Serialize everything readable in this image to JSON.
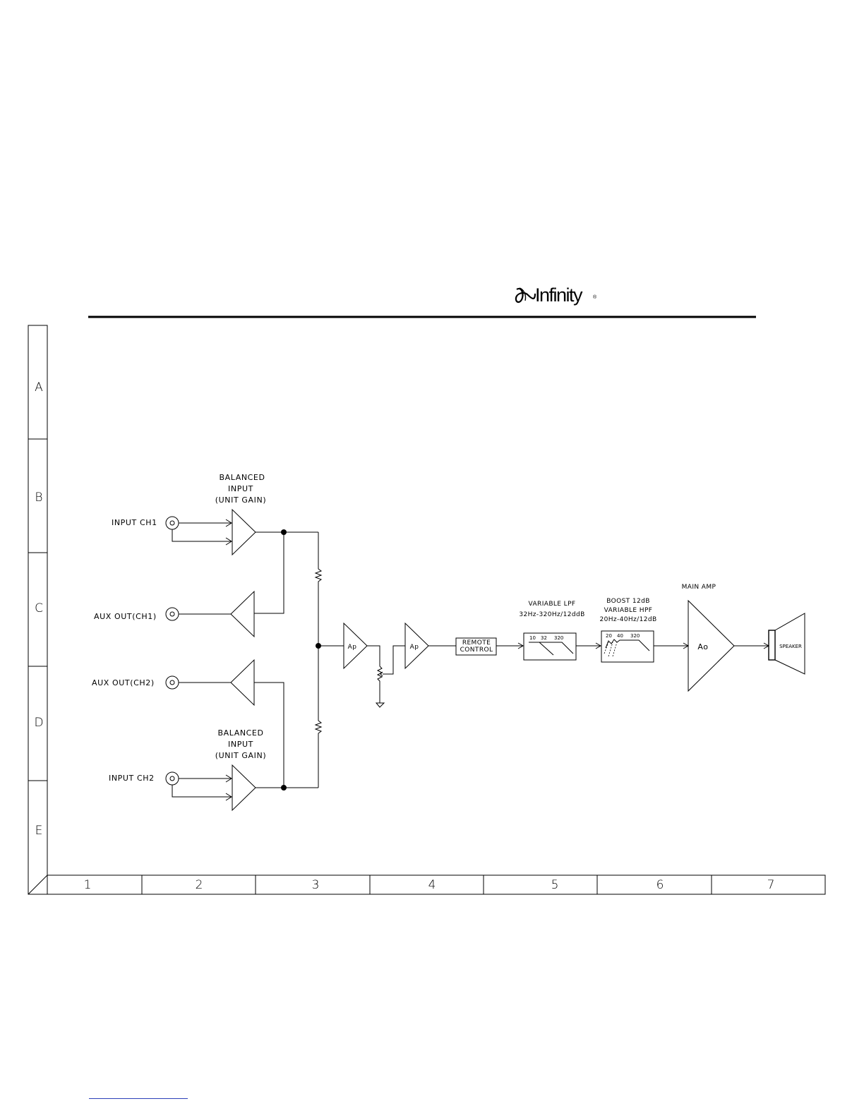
{
  "brand": {
    "name": "Infinity",
    "registered": "®",
    "logo_icon": "infinity-swirl-icon"
  },
  "grid": {
    "rows": [
      "A",
      "B",
      "C",
      "D",
      "E"
    ],
    "columns": [
      "1",
      "2",
      "3",
      "4",
      "5",
      "6",
      "7"
    ]
  },
  "inputs": {
    "ch1": "INPUT CH1",
    "aux1": "AUX OUT(CH1)",
    "aux2": "AUX OUT(CH2)",
    "ch2": "INPUT CH2"
  },
  "balanced_top": [
    "BALANCED",
    "INPUT",
    "(UNIT GAIN)"
  ],
  "balanced_bottom": [
    "BALANCED",
    "INPUT",
    "(UNIT GAIN)"
  ],
  "amps": {
    "ap1": "Ap",
    "ap2": "Ap",
    "ao": "Ao"
  },
  "remote": [
    "REMOTE",
    "CONTROL"
  ],
  "lpf": {
    "title": [
      "VARIABLE LPF",
      "32Hz-320Hz/12ddB"
    ],
    "ticks": [
      "10",
      "32",
      "320"
    ]
  },
  "hpf": {
    "title": [
      "BOOST 12dB",
      "VARIABLE HPF",
      "20Hz-40Hz/12dB"
    ],
    "ticks": [
      "20",
      "40",
      "320"
    ]
  },
  "main_amp": "MAIN AMP",
  "speaker": "SPEAKER"
}
